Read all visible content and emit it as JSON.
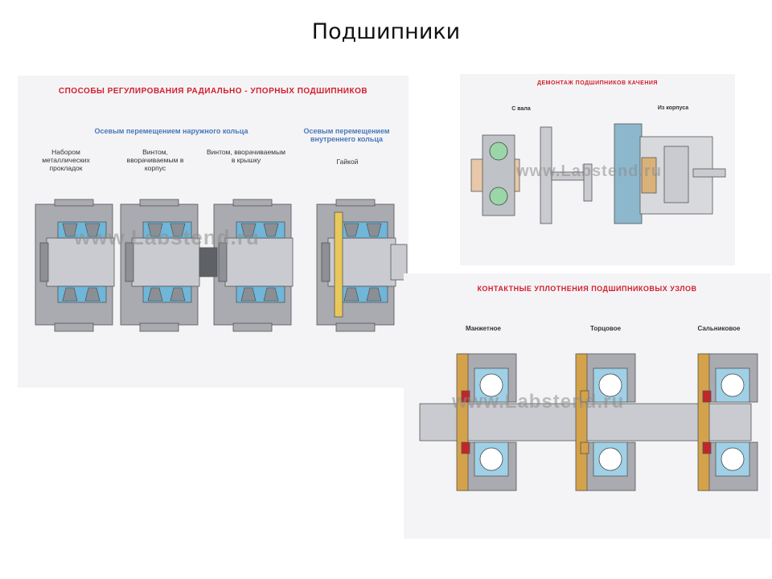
{
  "slide": {
    "title": "Подшипники"
  },
  "panel_adjust": {
    "title": "СПОСОБЫ РЕГУЛИРОВАНИЯ РАДИАЛЬНО - УПОРНЫХ ПОДШИПНИКОВ",
    "group_outer": "Осевым перемещением наружного кольца",
    "group_inner": "Осевым перемещением внутреннего кольца",
    "labels": [
      "Набором металлических прокладок",
      "Винтом, вворачиваемым в корпус",
      "Винтом, вворачиваемым в крышку",
      "Гайкой"
    ],
    "watermark": "www.Labstend.ru"
  },
  "panel_removal": {
    "title": "ДЕМОНТАЖ ПОДШИПНИКОВ КАЧЕНИЯ",
    "labels": [
      "С вала",
      "Из корпуса"
    ],
    "watermark": "www.Labstend.ru"
  },
  "panel_seals": {
    "title": "КОНТАКТНЫЕ УПЛОТНЕНИЯ ПОДШИПНИКОВЫХ УЗЛОВ",
    "labels": [
      "Манжетное",
      "Торцовое",
      "Сальниковое"
    ],
    "watermark": "www.Labstend.ru"
  },
  "colors": {
    "housing": "#a9abb0",
    "shaft": "#c9cbd0",
    "bearing": "#6fb6d8",
    "title_red": "#d21e2c",
    "subhead_blue": "#4a78b8",
    "seal_bronze": "#d4a24a",
    "seal_red": "#c0262b"
  }
}
